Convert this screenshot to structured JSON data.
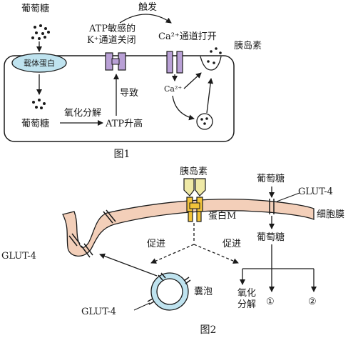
{
  "figure1": {
    "caption": "图1",
    "glucose_outside": "葡萄糖",
    "carrier": "载体蛋白",
    "glucose_inside": "葡萄糖",
    "oxidative_breakdown": "氧化分解",
    "atp_rise": "ATP升高",
    "leads_to": "导致",
    "trigger": "触发",
    "k_channel_line1": "ATP敏感的",
    "k_channel_line2": "K⁺通道关闭",
    "ca_channel": "Ca²⁺通道打开",
    "ca_ion": "Ca²⁺",
    "insulin": "胰岛素"
  },
  "figure2": {
    "caption": "图2",
    "insulin": "胰岛素",
    "protein_m": "蛋白M",
    "glucose_top": "葡萄糖",
    "glut4_membrane": "GLUT-4",
    "cell_membrane": "细胞膜",
    "glucose_inside": "葡萄糖",
    "promote_left": "促进",
    "promote_right": "促进",
    "glut4_left": "GLUT-4",
    "vesicle": "囊泡",
    "glut4_vesicle": "GLUT-4",
    "oxidative_breakdown": "氧化分解",
    "outcome_1": "①",
    "outcome_2": "②"
  },
  "colors": {
    "carrier_fill": "#bfe3ef",
    "channel_fill": "#b9a0d6",
    "membrane_fill": "#f3cfb9",
    "receptor_fill": "#efe9a6",
    "protein_m_fill": "#f1c33a",
    "vesicle_fill": "#bfe3ef"
  }
}
